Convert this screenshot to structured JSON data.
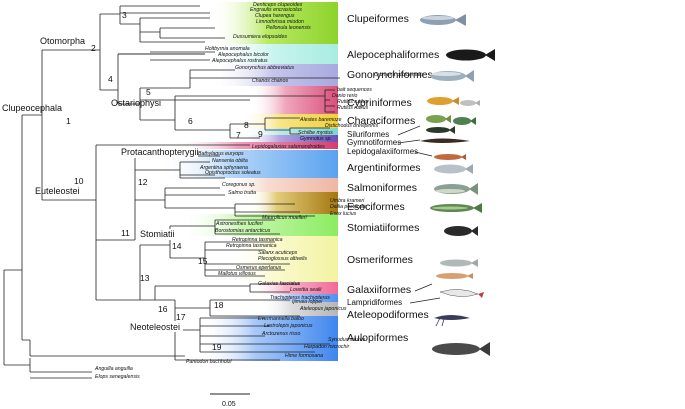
{
  "clades": {
    "clupeocephala": "Clupeocephala",
    "otomorpha": "Otomorpha",
    "ostariophysi": "Ostariophysi",
    "euteleostei": "Euteleostei",
    "protacanthopterygii": "Protacanthopterygii",
    "stomiatii": "Stomiatii",
    "neoteleostei": "Neoteleostei"
  },
  "nodes": [
    "1",
    "2",
    "3",
    "4",
    "5",
    "6",
    "7",
    "8",
    "9",
    "10",
    "11",
    "12",
    "13",
    "14",
    "15",
    "16",
    "17",
    "18",
    "19"
  ],
  "orders": [
    {
      "label": "Clupeiformes",
      "color": "#8ed22c"
    },
    {
      "label": "Alepocephaliformes",
      "color": "#a8ece2"
    },
    {
      "label": "Gonorynchiformes",
      "color": "#a9a9df"
    },
    {
      "label": "Cypriniformes",
      "color": "#d9507a"
    },
    {
      "label": "Characiformes",
      "color": "#efd03a"
    },
    {
      "label": "Siluriformes",
      "color": "#7ed5ca"
    },
    {
      "label": "Gymnotiformes",
      "color": "#6a4fb8"
    },
    {
      "label": "Lepidogalaxiiformes",
      "color": "#d63e70"
    },
    {
      "label": "Argentiniformes",
      "color": "#5aa2ef"
    },
    {
      "label": "Salmoniformes",
      "color": "#efb6a3"
    },
    {
      "label": "Esociformes",
      "color": "#b8861a"
    },
    {
      "label": "Stomiatiiformes",
      "color": "#8cec62"
    },
    {
      "label": "Osmeriformes",
      "color": "#f3f3a2"
    },
    {
      "label": "Galaxiiformes",
      "color": "#f06a9a"
    },
    {
      "label": "Lampridiformes",
      "color": "#4f8fef"
    },
    {
      "label": "Ateleopodiformes",
      "color": "#b6b6b6"
    },
    {
      "label": "Aulopiformes",
      "color": "#3f86ee"
    }
  ],
  "taxa": [
    "Denticeps clupeoides",
    "Engraulis encrasicolus",
    "Clupea harengus",
    "Limnothrissa miodon",
    "Pellonula leonensis",
    "Dussumiera elopsoides",
    "Holtbyrnia anomala",
    "Alepocephalus bicolor",
    "Alepocephalus rostratus",
    "Gonorynchus abbreviatus",
    "Cromeria occidentalis",
    "Chanos chanos",
    "bait sequences",
    "Danio rerio",
    "Rutilus rutilus",
    "Rutilus rutilus",
    "Alestes baremoze",
    "Distichodus brevipinnis",
    "Schilbe mystus",
    "Gymnotus sp.",
    "Lepidogalaxias salamandroides",
    "Bathylagus euryops",
    "Nansenia oblita",
    "Argentina sphyraena",
    "Opisthoproctus soleatus",
    "Coregonus sp.",
    "Salmo trutta",
    "Umbra krameri",
    "Dallia pectoralis",
    "Esox lucius",
    "Maurolicus muelleri",
    "Astronesthes luciferi",
    "Borostomias antarcticus",
    "Retropinna tasmanica",
    "Retropinna tasmanica",
    "Salanx acuticeps",
    "Plecoglossus altivelis",
    "Osmerus eperlanus",
    "Mallotus villosus",
    "Galaxias fasciatus",
    "Lovettia sealii",
    "Trachypterus trachypterus",
    "Ijimaia loppei",
    "Ateleopus japonicus",
    "Evermannella balbo",
    "Lestrolepis japonicus",
    "Arctozenus risso",
    "Synodus saurus",
    "Harpadon microchir",
    "Hime formosana",
    "Pantodon buchholzi",
    "Anguilla anguilla",
    "Elops senegalensis"
  ],
  "scale_bar": {
    "label": "0.05"
  }
}
